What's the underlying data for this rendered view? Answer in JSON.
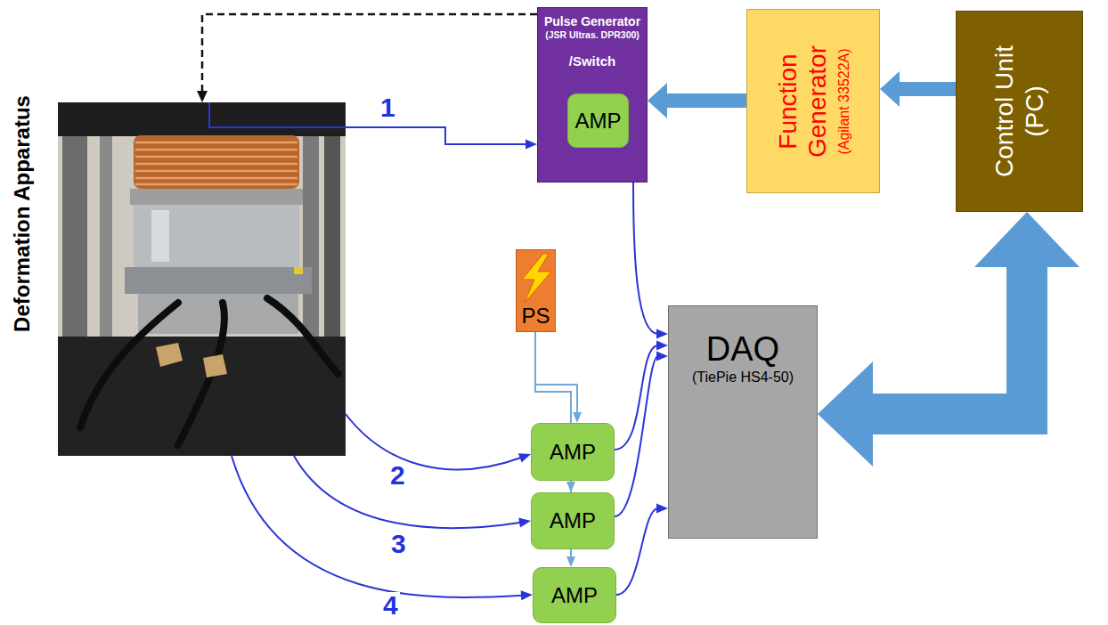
{
  "diagram": {
    "nodes": [
      {
        "text": [
          "Deformation Apparatus"
        ]
      },
      {
        "text": [
          "Pulse Generator",
          "(JSR Ultras. DPR300)",
          "/Switch"
        ]
      },
      {
        "text": [
          "AMP"
        ],
        "in": 1
      },
      {
        "text": [
          "Function Generator",
          "(Agilant 33522A)"
        ]
      },
      {
        "text": [
          "Control Unit (PC)"
        ]
      },
      {
        "text": [
          "PS"
        ]
      },
      {
        "text": [
          "DAQ",
          "(TiePie HS4-50)"
        ]
      },
      {
        "text": [
          "AMP"
        ]
      },
      {
        "text": [
          "AMP"
        ]
      },
      {
        "text": [
          "AMP"
        ]
      }
    ],
    "edges": [
      {
        "from": 0,
        "to": 1,
        "label": "1",
        "arrow": "to"
      },
      {
        "from": 1,
        "to": 0,
        "arrow": "to"
      },
      {
        "from": 3,
        "to": 1,
        "arrow": "to"
      },
      {
        "from": 4,
        "to": 3,
        "arrow": "to"
      },
      {
        "from": 4,
        "to": 6,
        "arrow": "both"
      },
      {
        "from": 1,
        "to": 6,
        "arrow": "to"
      },
      {
        "from": 0,
        "to": 7,
        "label": "2",
        "arrow": "to"
      },
      {
        "from": 0,
        "to": 8,
        "label": "3",
        "arrow": "to"
      },
      {
        "from": 0,
        "to": 9,
        "label": "4",
        "arrow": "to"
      },
      {
        "from": 5,
        "to": 7,
        "arrow": "to"
      },
      {
        "from": 5,
        "to": 8,
        "arrow": "to"
      },
      {
        "from": 5,
        "to": 9,
        "arrow": "to"
      },
      {
        "from": 7,
        "to": 6,
        "arrow": "to"
      },
      {
        "from": 8,
        "to": 6,
        "arrow": "to"
      },
      {
        "from": 9,
        "to": 6,
        "arrow": "to"
      }
    ]
  }
}
